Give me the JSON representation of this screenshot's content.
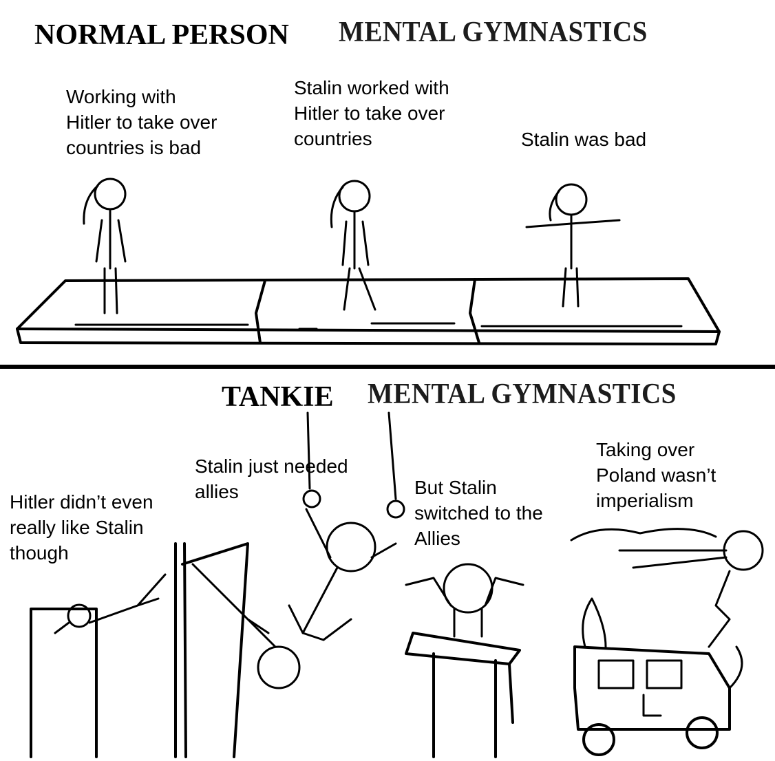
{
  "top_panel": {
    "title_left": "NORMAL PERSON",
    "title_right": "MENTAL GYMNASTICS",
    "captions": [
      {
        "lines": [
          "Working with",
          "Hitler to take over",
          "countries is bad"
        ]
      },
      {
        "lines": [
          "Stalin worked with",
          "Hitler to take over",
          "countries"
        ]
      },
      {
        "lines": [
          "Stalin was bad"
        ]
      }
    ]
  },
  "bottom_panel": {
    "title_left": "TANKIE",
    "title_right": "MENTAL GYMNASTICS",
    "captions": [
      {
        "lines": [
          "Hitler didn’t even",
          "really like Stalin",
          "though"
        ]
      },
      {
        "lines": [
          "Stalin just needed",
          "allies"
        ]
      },
      {
        "lines": [
          "But Stalin",
          "switched to the",
          "Allies"
        ]
      },
      {
        "lines": [
          "Taking over",
          "Poland wasn’t",
          "imperialism"
        ]
      }
    ]
  }
}
